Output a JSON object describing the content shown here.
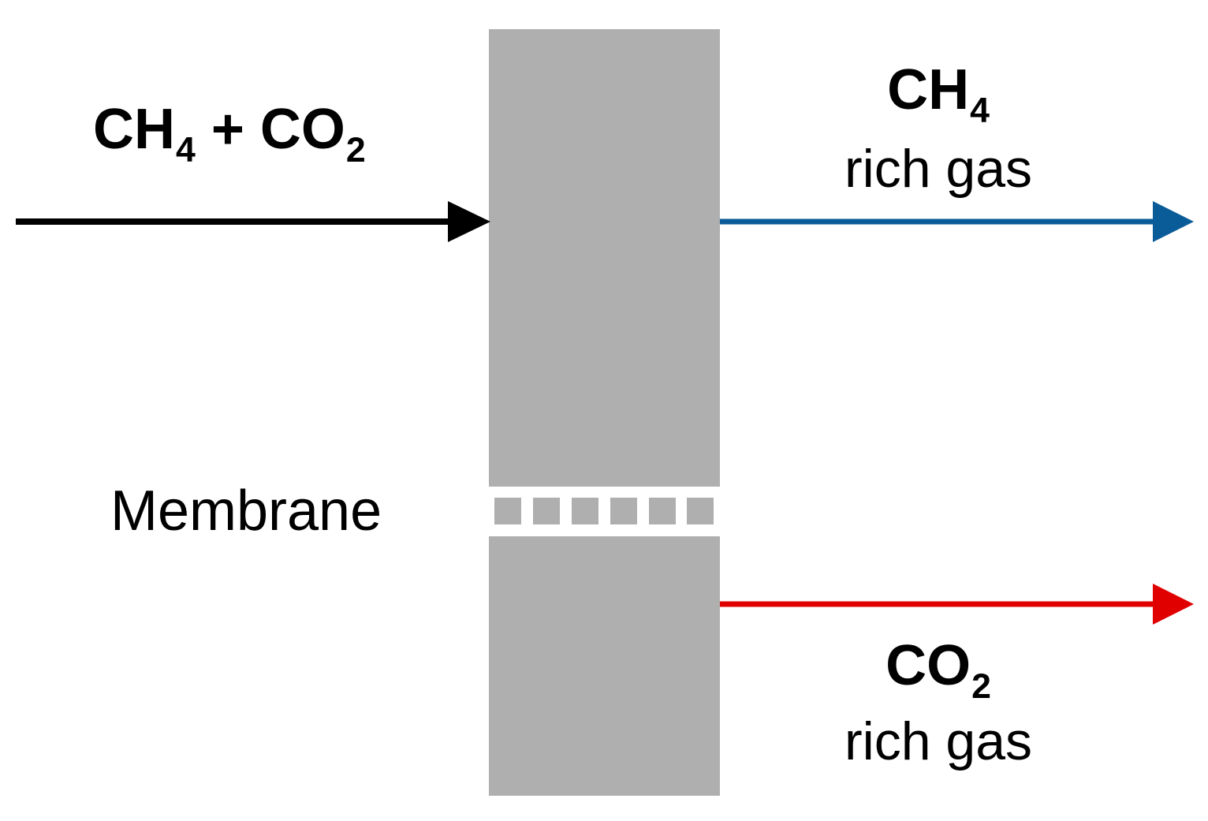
{
  "feed": {
    "species_a": "CH",
    "species_a_sub": "4",
    "plus": " + ",
    "species_b": "CO",
    "species_b_sub": "2"
  },
  "retentate": {
    "species": "CH",
    "species_sub": "4",
    "description": "rich gas"
  },
  "permeate": {
    "species": "CO",
    "species_sub": "2",
    "description": "rich gas"
  },
  "membrane": {
    "label": "Membrane"
  },
  "colors": {
    "feed_arrow": "#000000",
    "retentate_arrow": "#0a5c99",
    "permeate_arrow": "#e00000",
    "membrane_block": "#afafaf"
  }
}
